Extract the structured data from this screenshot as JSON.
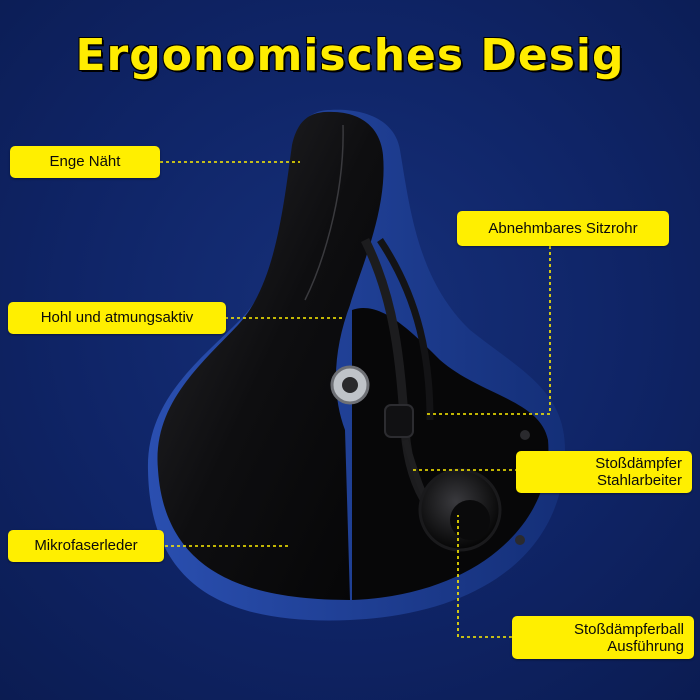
{
  "title": "Ergonomisches Desig",
  "callouts": {
    "enge_naht": "Enge Näht",
    "hohl": "Hohl und atmungsaktiv",
    "mikrofaserleder": "Mikrofaserleder",
    "sitzrohr": "Abnehmbares Sitzrohr",
    "stossdaempfer_line1": "Stoßdämpfer",
    "stossdaempfer_line2": "Stahlarbeiter",
    "ball_line1": "Stoßdämpferball",
    "ball_line2": "Ausführung"
  },
  "colors": {
    "background": "#0f2466",
    "label_fill": "#ffef00",
    "title_color": "#ffec00",
    "leader_line": "#ffef00",
    "saddle_black": "#0d0d0f",
    "saddle_blue": "#1f3f9a"
  }
}
